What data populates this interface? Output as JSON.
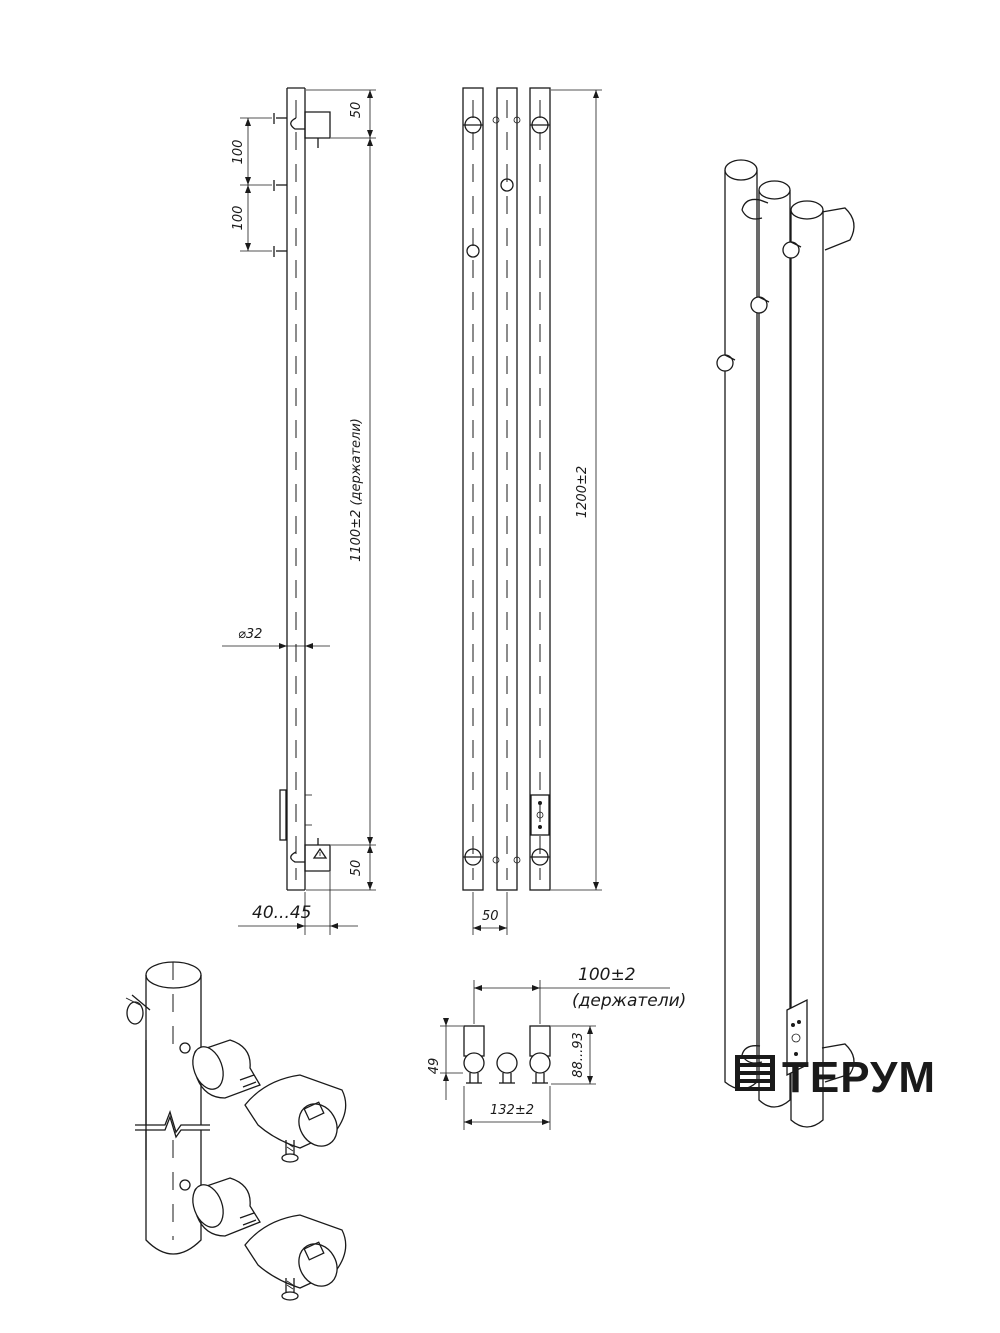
{
  "brand": {
    "name": "ТЕРУМ",
    "logo": "terum-stripes-logo"
  },
  "side_view": {
    "holder_spacing_top": "100",
    "holder_spacing_bottom": "100",
    "top_offset": "50",
    "bottom_offset": "50",
    "holders_length": "1100±2 (держатели)",
    "diameter": "⌀32",
    "wall_gap": "40...45"
  },
  "front_view": {
    "height": "1200±2",
    "tube_pitch": "50"
  },
  "top_view": {
    "holders_spacing": "100±2",
    "holders_note": "(держатели)",
    "depth_left": "49",
    "depth_right": "88...93",
    "width": "132±2"
  }
}
